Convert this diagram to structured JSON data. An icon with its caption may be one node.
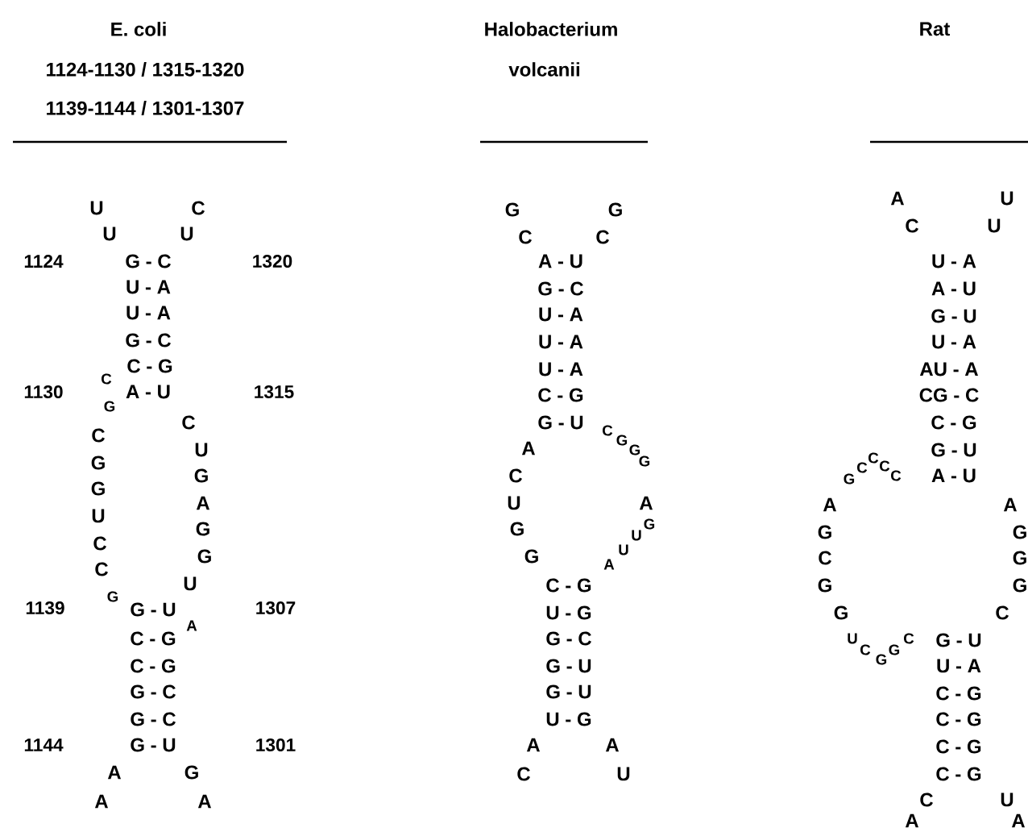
{
  "diagram": {
    "labels": [
      "E. coli",
      "1124-1130 / 1315-1320",
      "1139-1144 / 1301-1307",
      "U",
      "C",
      "U",
      "U",
      "1124",
      "G - C",
      "1320",
      "U - A",
      "U - A",
      "G - C",
      "C - G",
      "C",
      "1130",
      "A - U",
      "1315",
      "G",
      "C",
      "G",
      "G",
      "U",
      "C",
      "C",
      "C",
      "U",
      "G",
      "A",
      "G",
      "G",
      "U",
      "G",
      "1139",
      "G - U",
      "1307",
      "A",
      "C - G",
      "C - G",
      "G - C",
      "G - C",
      "1144",
      "G - U",
      "1301",
      "A",
      "G",
      "A",
      "A",
      "Halobacterium",
      "volcanii",
      "G",
      "G",
      "C",
      "C",
      "A - U",
      "G - C",
      "U - A",
      "U - A",
      "U - A",
      "C - G",
      "G - U",
      "A",
      "C",
      "U",
      "G",
      "G",
      "C",
      "G",
      "G",
      "G",
      "A",
      "G",
      "U",
      "U",
      "A",
      "C - G",
      "U - G",
      "G - C",
      "G - U",
      "G - U",
      "U - G",
      "A",
      "A",
      "C",
      "U",
      "Rat",
      "A",
      "U",
      "C",
      "U",
      "U - A",
      "A - U",
      "G - U",
      "U - A",
      "AU - A",
      "CG - C",
      "C - G",
      "G - U",
      "G",
      "C",
      "C",
      "C",
      "C",
      "A - U",
      "A",
      "G",
      "C",
      "G",
      "G",
      "A",
      "G",
      "G",
      "G",
      "C",
      "U",
      "C",
      "G",
      "G",
      "C",
      "G - U",
      "U - A",
      "C - G",
      "C - G",
      "C - G",
      "C - G",
      "C",
      "U",
      "A",
      "A"
    ]
  }
}
